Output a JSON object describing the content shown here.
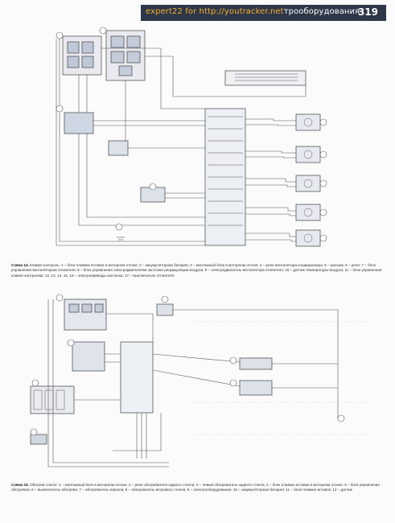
{
  "header": {
    "watermark": "expert22 for http://youtracker.net",
    "title_fragment": "трооборудования",
    "page_number": "319"
  },
  "captions": {
    "scheme_14": {
      "label": "Схема 14.",
      "text": "Климат-контроль: 1 – блок плавких вставок в моторном отсеке; 2 – аккумуляторная батарея; 3 – монтажный блок в моторном отсеке; 4 – реле вентилятора кондиционера; 5 – разъем; 6 – реле; 7 – блок управления вентилятором отопителя; 8 – блок управления электродвигателем заслонки рециркуляции воздуха; 9 – электродвигатель вентилятора отопителя; 10 – датчик температуры воздуха; 11 – блок управления климат-контролем; 12, 13, 14, 15, 16 – электроприводы заслонок; 17 – выключатель отопителя"
    },
    "scheme_15": {
      "label": "Схема 15.",
      "text": "Обогрев стекол: 1 – монтажный блок в моторном отсеке; 2 – реле обогревателя заднего стекла; 3 – левый обогреватель заднего стекла; 4 – блок плавких вставок в моторном отсеке; 5 – блок управления обогревом; 6 – выключатель обогрева; 7 – обогреватель зеркала; 8 – обогреватель ветрового стекла; 9 – электрооборудование; 10 – аккумуляторная батарея; 11 – блок плавких вставок; 12 – датчик"
    }
  },
  "colors": {
    "header_bg": "#2d3748",
    "watermark": "#f5b02e",
    "wire": "#555555",
    "component": "#4a6fa5"
  }
}
